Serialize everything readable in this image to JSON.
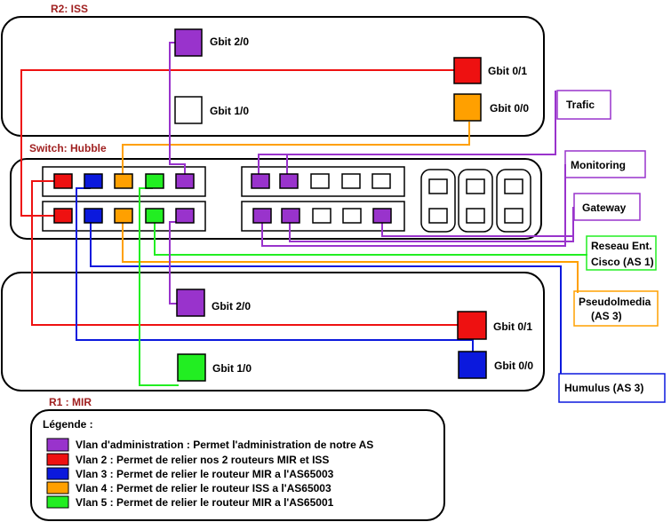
{
  "colors": {
    "admin": "#9933cc",
    "vlan2": "#ee1111",
    "vlan3": "#0b19dd",
    "vlan4": "#ffa000",
    "vlan5": "#22ee22",
    "title": "#a02020"
  },
  "r2": {
    "title": "R2: ISS",
    "port_g20": "Gbit 2/0",
    "port_g01": "Gbit 0/1",
    "port_g10": "Gbit 1/0",
    "port_g00": "Gbit 0/0"
  },
  "switch": {
    "title": "Switch: Hubble"
  },
  "r1": {
    "title": "R1 : MIR",
    "port_g20": "Gbit 2/0",
    "port_g01": "Gbit 0/1",
    "port_g10": "Gbit 1/0",
    "port_g00": "Gbit 0/0"
  },
  "externals": {
    "trafic": "Trafic",
    "monitoring": "Monitoring",
    "gateway": "Gateway",
    "reseau_line1": "Reseau Ent.",
    "reseau_line2": "Cisco (AS 1)",
    "pseudo_line1": "Pseudolmedia",
    "pseudo_line2": "(AS 3)",
    "humulus": "Humulus (AS 3)"
  },
  "legend": {
    "title": "Légende :",
    "items": [
      {
        "color": "#9933cc",
        "text": "Vlan d'administration : Permet l'administration de notre AS"
      },
      {
        "color": "#ee1111",
        "text": "Vlan 2 : Permet de relier nos 2 routeurs MIR et ISS"
      },
      {
        "color": "#0b19dd",
        "text": "Vlan 3 : Permet de relier le routeur MIR a l'AS65003"
      },
      {
        "color": "#ffa000",
        "text": "Vlan 4 : Permet de relier le routeur ISS a l'AS65003"
      },
      {
        "color": "#22ee22",
        "text": "Vlan 5 : Permet de relier le routeur MIR a l'AS65001"
      }
    ]
  }
}
